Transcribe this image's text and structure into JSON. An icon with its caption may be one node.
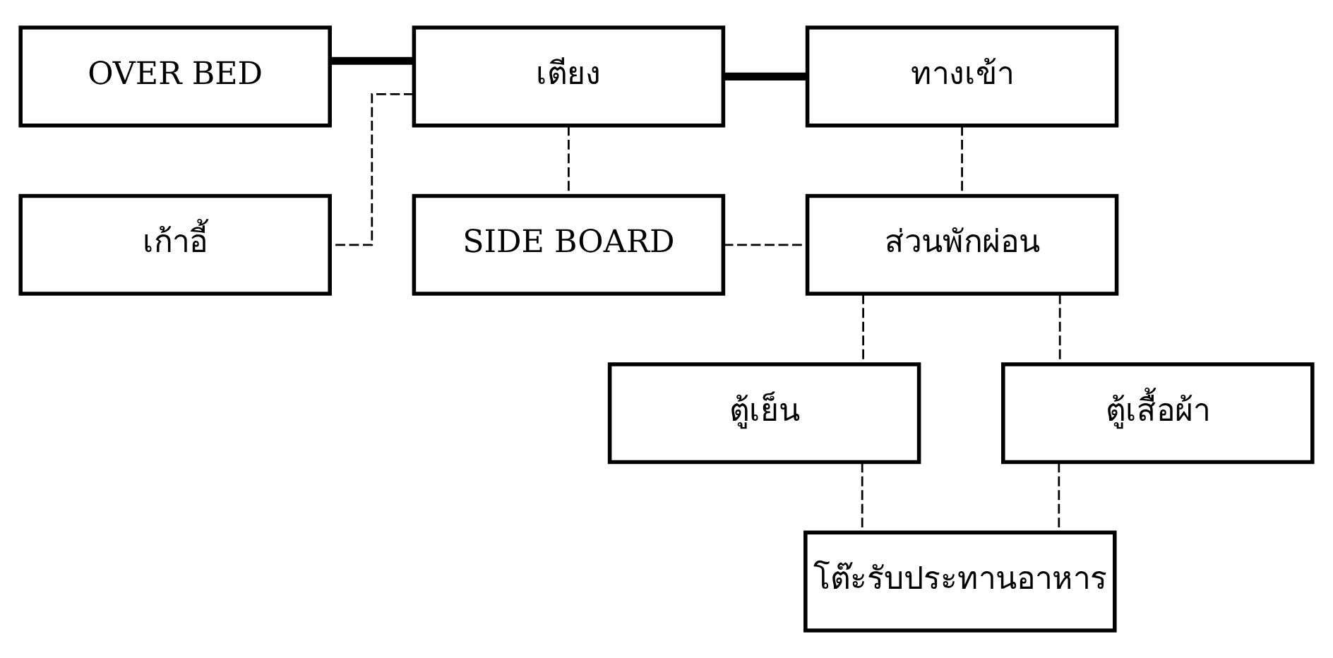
{
  "diagram": {
    "nodes": [
      {
        "text": [
          "OVER BED"
        ]
      },
      {
        "text": [
          "เตียง"
        ]
      },
      {
        "text": [
          "ทางเข้า"
        ]
      },
      {
        "text": [
          "เก้าอี้"
        ]
      },
      {
        "text": [
          "SIDE BOARD"
        ]
      },
      {
        "text": [
          "ส่วนพักผ่อน"
        ]
      },
      {
        "text": [
          "ตู้เย็น"
        ]
      },
      {
        "text": [
          "ตู้เสื้อผ้า"
        ]
      },
      {
        "text": [
          "โต๊ะรับประทานอาหาร"
        ]
      }
    ],
    "edges": [
      {
        "from": 0,
        "to": 1,
        "arrow": "none",
        "style": "thick"
      },
      {
        "from": 1,
        "to": 2,
        "arrow": "none",
        "style": "thick"
      },
      {
        "from": 1,
        "to": 3,
        "arrow": "none",
        "style": "dashed"
      },
      {
        "from": 1,
        "to": 4,
        "arrow": "none",
        "style": "dashed"
      },
      {
        "from": 4,
        "to": 5,
        "arrow": "none",
        "style": "dashed"
      },
      {
        "from": 2,
        "to": 5,
        "arrow": "none",
        "style": "dashed"
      },
      {
        "from": 5,
        "to": 6,
        "arrow": "none",
        "style": "dashed"
      },
      {
        "from": 5,
        "to": 7,
        "arrow": "none",
        "style": "dashed"
      },
      {
        "from": 6,
        "to": 8,
        "arrow": "none",
        "style": "dashed"
      },
      {
        "from": 7,
        "to": 8,
        "arrow": "none",
        "style": "dashed"
      }
    ]
  }
}
